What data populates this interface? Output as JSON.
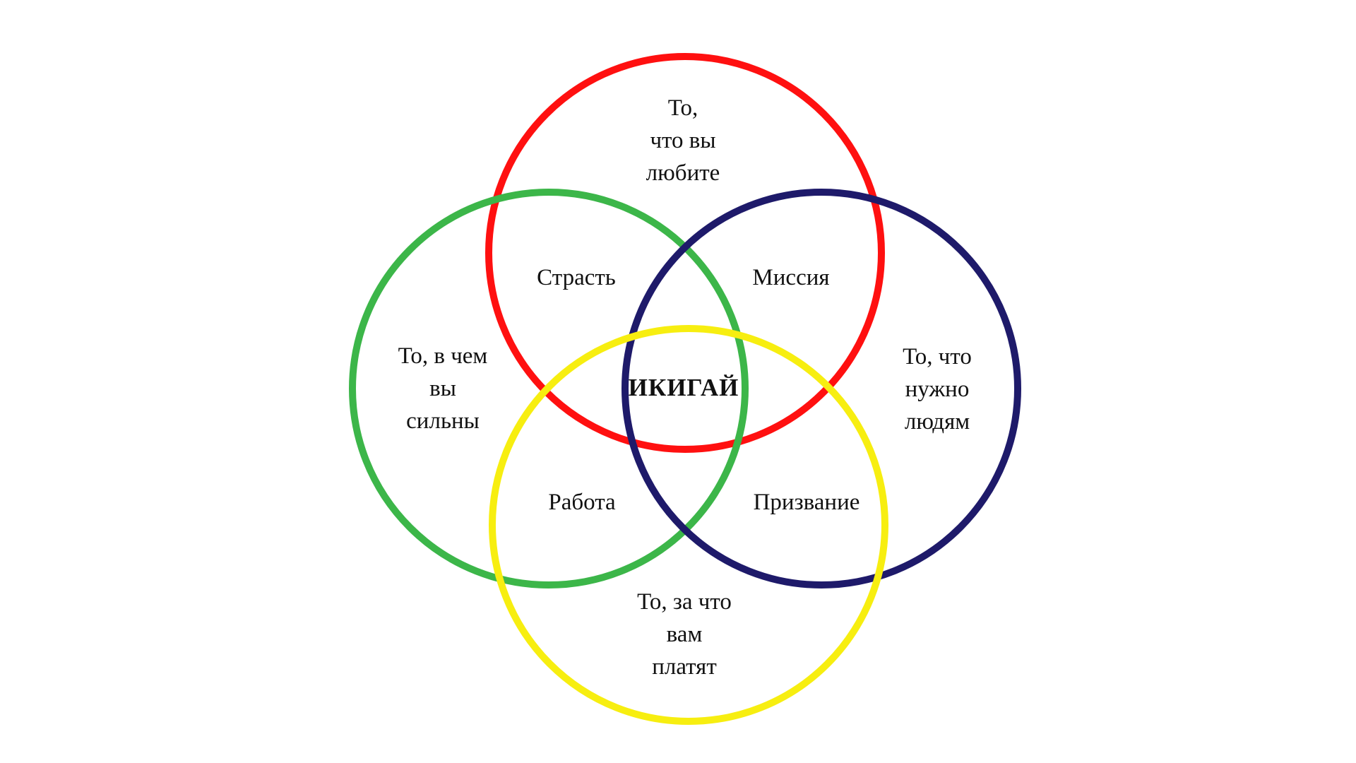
{
  "colors": {
    "background": "#ffffff",
    "love": "#ff1010",
    "good_at": "#3cb649",
    "world_needs": "#1e1a6a",
    "paid_for": "#f7ee10",
    "text": "#111111"
  },
  "circles": {
    "love": [
      "То,",
      "что вы",
      "любите"
    ],
    "good_at": [
      "То, в чем",
      "вы",
      "сильны"
    ],
    "world_needs": [
      "То, что",
      "нужно",
      "людям"
    ],
    "paid_for": [
      "То, за что",
      "вам",
      "платят"
    ]
  },
  "intersections": {
    "passion": "Страсть",
    "mission": "Миссия",
    "profession": "Работа",
    "vocation": "Призвание"
  },
  "center": "ИКИГАЙ"
}
